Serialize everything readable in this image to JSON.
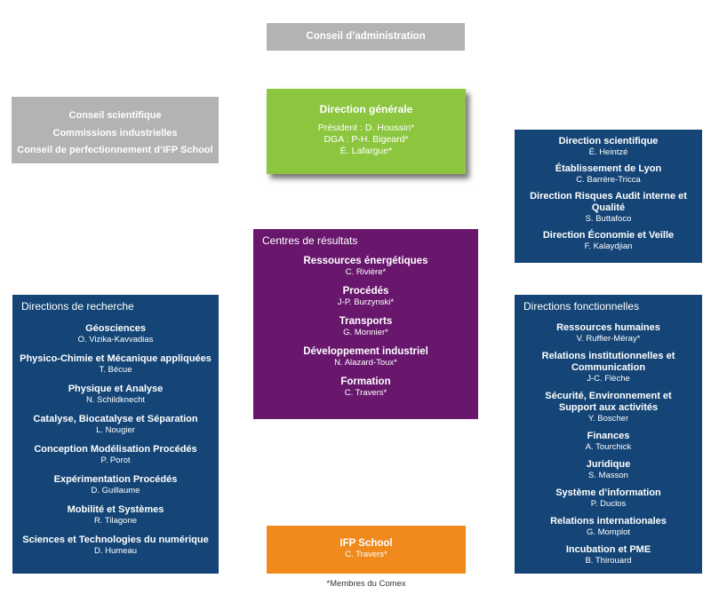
{
  "conseil_admin": "Conseil d’administration",
  "conseils": [
    "Conseil scientifique",
    "Commissions industrielles",
    "Conseil de perfectionnement d’IFP School"
  ],
  "direction_generale": {
    "title": "Direction générale",
    "lines": [
      "Président : D. Houssin*",
      "DGA : P-H. Bigeard*",
      "É. Lafargue*"
    ]
  },
  "directions_top": [
    {
      "title": "Direction scientifique",
      "person": "É. Heintzé"
    },
    {
      "title": "Établissement de Lyon",
      "person": "C. Barrère-Tricca"
    },
    {
      "title": "Direction Risques Audit interne et Qualité",
      "person": "S. Buttafoco"
    },
    {
      "title": "Direction Économie et Veille",
      "person": "F. Kalaydjian"
    }
  ],
  "centres": {
    "heading": "Centres de résultats",
    "items": [
      {
        "title": "Ressources énergétiques",
        "person": "C. Rivière*"
      },
      {
        "title": "Procédés",
        "person": "J-P. Burzynski*"
      },
      {
        "title": "Transports",
        "person": "G. Monnier*"
      },
      {
        "title": "Développement industriel",
        "person": "N. Alazard-Toux*"
      },
      {
        "title": "Formation",
        "person": "C. Travers*"
      }
    ]
  },
  "recherche": {
    "heading": "Directions de recherche",
    "items": [
      {
        "title": "Géosciences",
        "person": "O. Vizika-Kavvadias"
      },
      {
        "title": "Physico-Chimie et Mécanique appliquées",
        "person": "T. Bécue"
      },
      {
        "title": "Physique et Analyse",
        "person": "N. Schildknecht"
      },
      {
        "title": "Catalyse, Biocatalyse et Séparation",
        "person": "L. Nougier"
      },
      {
        "title": "Conception Modélisation Procédés",
        "person": "P. Porot"
      },
      {
        "title": "Expérimentation Procédés",
        "person": "D. Guillaume"
      },
      {
        "title": "Mobilité et Systèmes",
        "person": "R. Tilagone"
      },
      {
        "title": "Sciences et Technologies du numérique",
        "person": "D. Humeau"
      }
    ]
  },
  "fonctionnelles": {
    "heading": "Directions fonctionnelles",
    "items": [
      {
        "title": "Ressources humaines",
        "person": "V. Ruffier-Méray*"
      },
      {
        "title": "Relations institutionnelles et Communication",
        "person": "J-C. Flèche"
      },
      {
        "title": "Sécurité, Environnement et Support aux activités",
        "person": "Y. Boscher"
      },
      {
        "title": "Finances",
        "person": "A. Tourchick"
      },
      {
        "title": "Juridique",
        "person": "S. Masson"
      },
      {
        "title": "Système d’information",
        "person": "P. Duclos"
      },
      {
        "title": "Relations internationales",
        "person": "G. Momplot"
      },
      {
        "title": "Incubation et PME",
        "person": "B. Thirouard"
      }
    ]
  },
  "ifp_school": {
    "title": "IFP School",
    "person": "C. Travers*"
  },
  "footnote": "*Membres du Comex",
  "colors": {
    "grey": "#b3b3b3",
    "green": "#8cc63f",
    "navy": "#144576",
    "purple": "#68176d",
    "orange": "#f08a1d"
  }
}
